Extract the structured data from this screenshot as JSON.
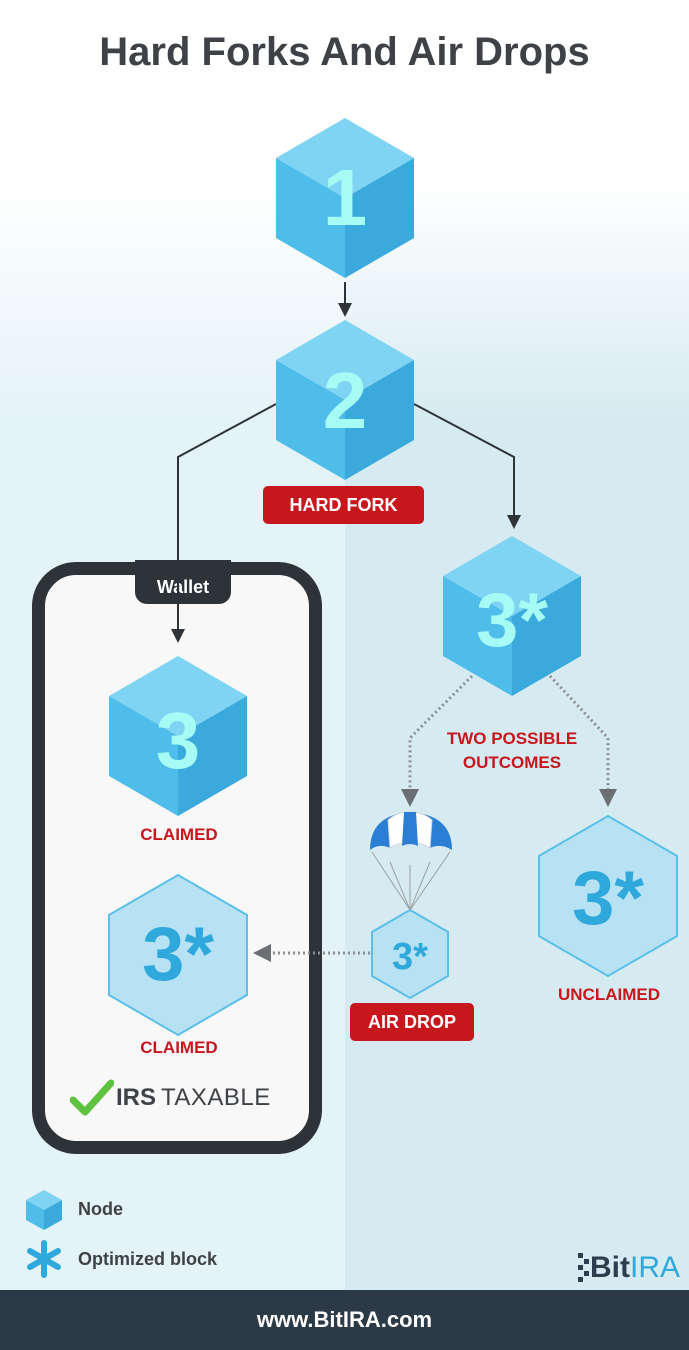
{
  "title": "Hard Forks And Air Drops",
  "nodes": {
    "n1": "1",
    "n2": "2",
    "n3_fork": "3*",
    "n3_claimed": "3",
    "n3star_claimed": "3*",
    "n3_airdrop": "3*",
    "n3_unclaimed": "3*"
  },
  "labels": {
    "hard_fork": "HARD FORK",
    "wallet": "Wallet",
    "claimed_1": "CLAIMED",
    "claimed_2": "CLAIMED",
    "two_outcomes_line1": "TWO POSSIBLE",
    "two_outcomes_line2": "OUTCOMES",
    "air_drop": "AIR DROP",
    "unclaimed": "UNCLAIMED"
  },
  "taxable": {
    "irs": "IRS",
    "taxable": "TAXABLE"
  },
  "legend": {
    "node": "Node",
    "optimized_block": "Optimized block"
  },
  "logo": {
    "bit": "Bit",
    "ira": "IRA"
  },
  "footer": {
    "url": "www.BitIRA.com"
  },
  "icons": {
    "node": "cube-icon",
    "optimized": "asterisk-icon",
    "airdrop": "parachute-icon",
    "taxable": "checkmark-icon"
  },
  "colors": {
    "cube_top": "#7fd3f3",
    "cube_left": "#4fbde9",
    "cube_right": "#3aa9dc",
    "cube_number": "#a7fbf5",
    "ghost_fill": "#b6e2f3",
    "ghost_stroke": "#5bbfe8",
    "badge_red": "#c8161d",
    "phone_dark": "#2e3338",
    "footer_bg": "#2c3a47",
    "check_green": "#5dc23d"
  }
}
